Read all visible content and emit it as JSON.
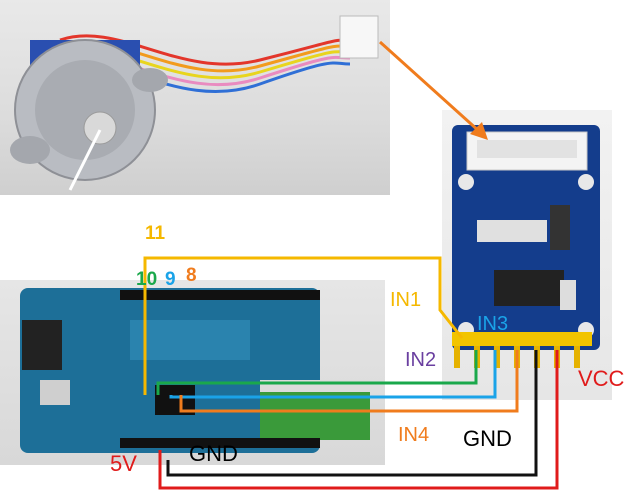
{
  "labels": {
    "pin11": "11",
    "pin10": "10",
    "pin9": "9",
    "pin8": "8",
    "in1": "IN1",
    "in2": "IN2",
    "in3": "IN3",
    "in4": "IN4",
    "gnd_right": "GND",
    "gnd_left": "GND",
    "vcc": "VCC",
    "five_v": "5V"
  },
  "colors": {
    "in1": "#f5b800",
    "in2": "#1aa84b",
    "in3": "#1aa3e8",
    "in4": "#f07c1d",
    "gnd": "#111111",
    "vcc": "#e01b1b",
    "motor_arrow": "#f07c1d",
    "label_in2": "#6a3fa0"
  }
}
